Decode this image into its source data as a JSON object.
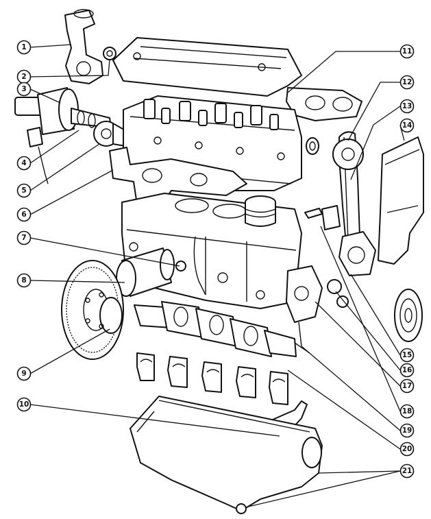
{
  "callouts": [
    {
      "id": 1,
      "label": "1"
    },
    {
      "id": 2,
      "label": "2"
    },
    {
      "id": 3,
      "label": "3"
    },
    {
      "id": 4,
      "label": "4"
    },
    {
      "id": 5,
      "label": "5"
    },
    {
      "id": 6,
      "label": "6"
    },
    {
      "id": 7,
      "label": "7"
    },
    {
      "id": 8,
      "label": "8"
    },
    {
      "id": 9,
      "label": "9"
    },
    {
      "id": 10,
      "label": "10"
    },
    {
      "id": 11,
      "label": "11"
    },
    {
      "id": 12,
      "label": "12"
    },
    {
      "id": 13,
      "label": "13"
    },
    {
      "id": 14,
      "label": "14"
    },
    {
      "id": 15,
      "label": "15"
    },
    {
      "id": 16,
      "label": "16"
    },
    {
      "id": 17,
      "label": "17"
    },
    {
      "id": 18,
      "label": "18"
    },
    {
      "id": 19,
      "label": "19"
    },
    {
      "id": 20,
      "label": "20"
    },
    {
      "id": 21,
      "label": "21"
    }
  ],
  "colors": {
    "ink": "#111111",
    "paper": "#ffffff"
  }
}
